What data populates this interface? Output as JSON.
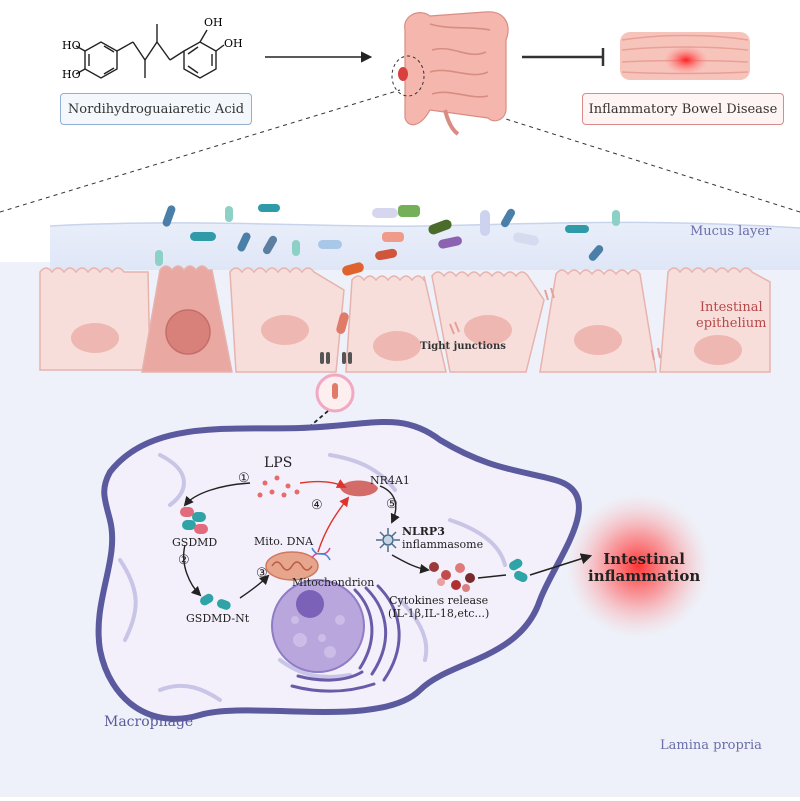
{
  "top": {
    "compound_label": "Nordihydroguaiaretic Acid",
    "disease_label": "Inflammatory Bowel Disease",
    "oh": [
      "HO",
      "HO",
      "OH",
      "OH"
    ]
  },
  "tissue": {
    "mucus_layer": "Mucus layer",
    "epithelium_line1": "Intestinal",
    "epithelium_line2": "epithelium",
    "tight_junctions": "Tight junctions",
    "lamina_propria": "Lamina propria"
  },
  "macrophage": {
    "name": "Macrophage",
    "lps": "LPS",
    "gsdmd": "GSDMD",
    "gsdmd_nt": "GSDMD-Nt",
    "mito_dna": "Mito. DNA",
    "mitochondrion": "Mitochondrion",
    "nr4a1": "NR4A1",
    "nlrp3_line1": "NLRP3",
    "nlrp3_line2": "inflammasome",
    "cytokines_line1": "Cytokines release",
    "cytokines_line2": "(IL-1β,IL-18,etc...)",
    "steps": [
      "①",
      "②",
      "③",
      "④",
      "⑤"
    ]
  },
  "outcome": {
    "line1": "Intestinal",
    "line2": "inflammation"
  },
  "colors": {
    "compound_border": "#8fb0cf",
    "disease_border": "#d98a8a",
    "cell_fill": "#f8dedb",
    "cell_stroke": "#e7b3ad",
    "mucus": "#e4eaf7",
    "lamina": "#eef1f9",
    "macrophage_fill": "#f3f0fb",
    "macrophage_stroke": "#5b5a9e",
    "red_arrow": "#e0332b",
    "inflammation": "#ff3b3b"
  }
}
